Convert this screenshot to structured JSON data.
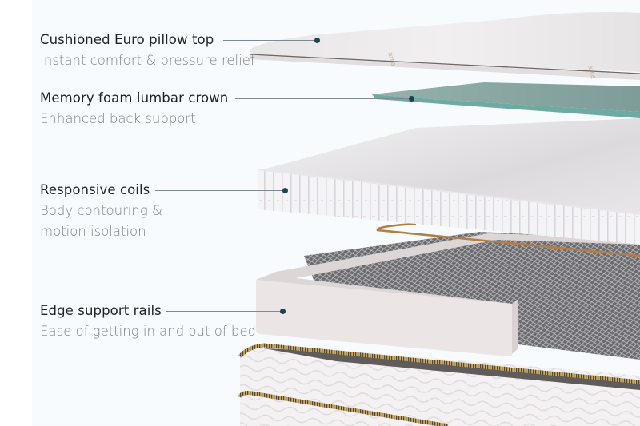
{
  "diagram": {
    "subject": "Exploded mattress layers",
    "colors": {
      "background": "#f8fbfd",
      "title_text": "#1f2326",
      "description_text": "#7c8084",
      "leader_line": "#7f8a90",
      "leader_dot": "#1e4252",
      "memory_foam": "#7fa9a1",
      "pillow_top": "#eeeced",
      "coils": "#f1f0f2",
      "edge_rails": "#ede7e8",
      "copper_wire": "#b8864e",
      "gold_piping": "#b89a5a"
    },
    "layers": [
      {
        "id": "pillow-top",
        "title": "Cushioned Euro pillow top",
        "description_lines": [
          "Instant comfort & pressure relief"
        ]
      },
      {
        "id": "lumbar-crown",
        "title": "Memory foam lumbar crown",
        "description_lines": [
          "Enhanced back support"
        ]
      },
      {
        "id": "coils",
        "title": "Responsive coils",
        "description_lines": [
          "Body contouring &",
          "motion isolation"
        ]
      },
      {
        "id": "edge-rails",
        "title": "Edge support rails",
        "description_lines": [
          "Ease of getting in and out of bed"
        ]
      }
    ]
  }
}
